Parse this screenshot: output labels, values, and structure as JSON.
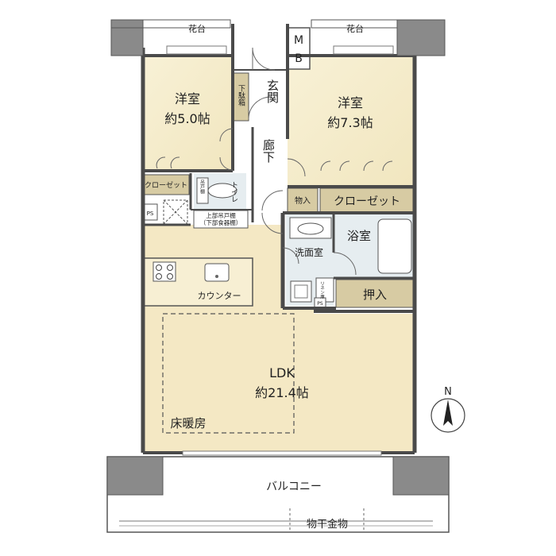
{
  "rooms": {
    "western_left": {
      "name": "洋室",
      "size": "約5.0帖"
    },
    "western_right": {
      "name": "洋室",
      "size": "約7.3帖"
    },
    "ldk": {
      "name": "LDK",
      "size": "約21.4帖"
    }
  },
  "labels": {
    "planter_left": "花台",
    "planter_right": "花台",
    "mb_top": "M",
    "mb_bottom": "B",
    "shoe_box": "下駄箱",
    "entrance": "玄関",
    "corridor": "廊下",
    "closet_small": "クローゼット",
    "closet_large": "クローゼット",
    "storage": "物入",
    "toilet": "トイレ",
    "toilet_shelf": "吊戸棚",
    "upper_cabinet_line1": "上部吊戸棚",
    "upper_cabinet_line2": "（下部食器棚）",
    "bath": "浴室",
    "washroom": "洗面室",
    "linen": "リネン庫",
    "oshiire": "押入",
    "ps_left": "PS",
    "ps_right": "PS",
    "counter": "カウンター",
    "floor_heating": "床暖房",
    "balcony": "バルコニー",
    "laundry_pole": "物干金物",
    "north": "N"
  },
  "colors": {
    "floor_bedroom": "#f5ecc8",
    "floor_ldk": "#f4e8c4",
    "floor_wet": "#e6edf0",
    "storage_fill": "#d7cba3",
    "wall": "#4a4a4a",
    "pillar": "#8a8a8a"
  }
}
